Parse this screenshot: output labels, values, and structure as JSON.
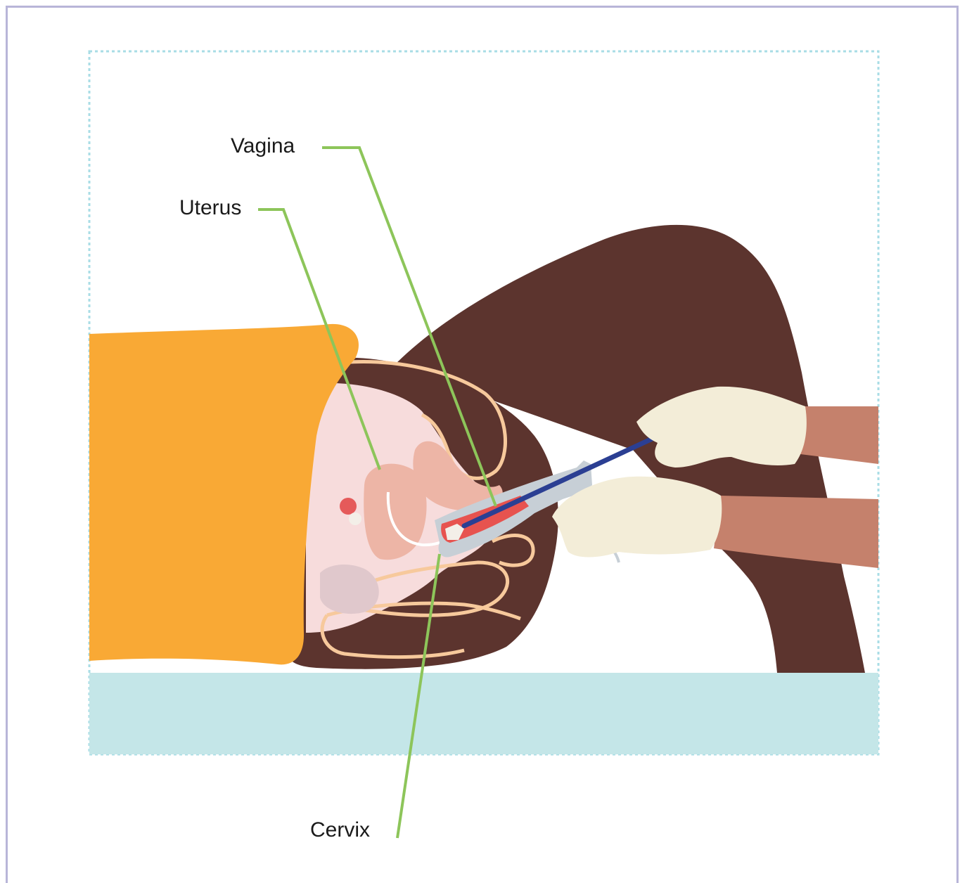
{
  "labels": {
    "vagina": "Vagina",
    "uterus": "Uterus",
    "cervix": "Cervix"
  },
  "colors": {
    "frame_border": "#b8b5d8",
    "dotted_box": "#a9dde6",
    "leader_line": "#8dc55a",
    "blanket": "#f9a935",
    "skin_dark": "#5c342e",
    "skin_inner": "#f7dcdc",
    "organ_outline": "#f7c99c",
    "uterus": "#edb5a6",
    "vagina_canal": "#e7534f",
    "speculum": "#c7cfd6",
    "catheter": "#2b3f93",
    "glove": "#f3edd8",
    "arm": "#c5816c",
    "table": "#c4e6e8"
  }
}
